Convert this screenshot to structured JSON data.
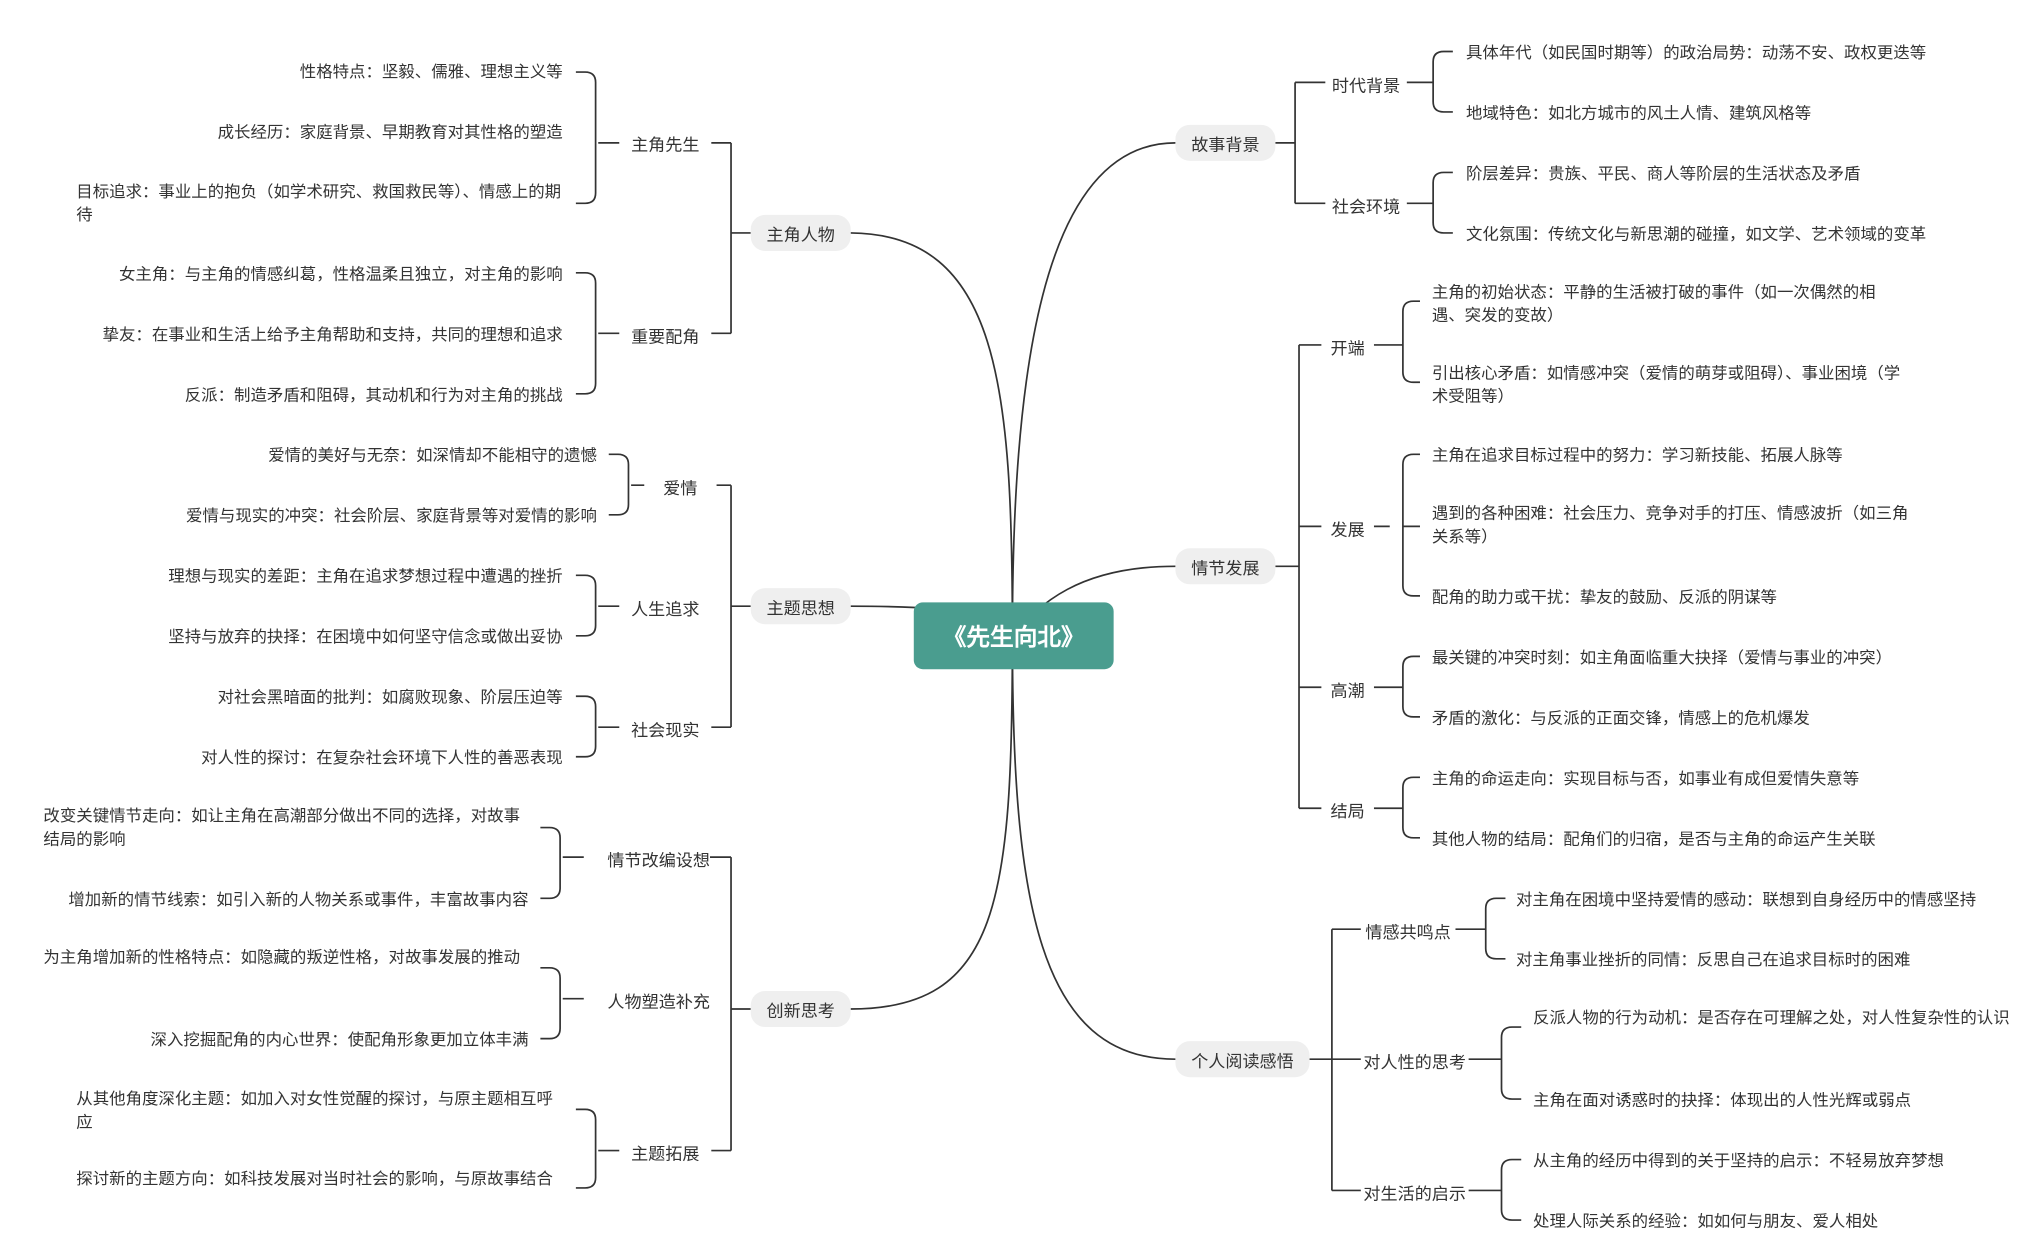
{
  "colors": {
    "root_bg": "#4a9d8f",
    "branch_bg": "#efefef",
    "line": "#333333"
  },
  "root": "《先生向北》",
  "left": [
    {
      "label": "主角人物",
      "children": [
        {
          "label": "主角先生",
          "children": [
            "性格特点：坚毅、儒雅、理想主义等",
            "成长经历：家庭背景、早期教育对其性格的塑造",
            "目标追求：事业上的抱负（如学术研究、救国救民等）、情感上的期待"
          ]
        },
        {
          "label": "重要配角",
          "children": [
            "女主角：与主角的情感纠葛，性格温柔且独立，对主角的影响",
            "挚友：在事业和生活上给予主角帮助和支持，共同的理想和追求",
            "反派：制造矛盾和阻碍，其动机和行为对主角的挑战"
          ]
        }
      ]
    },
    {
      "label": "主题思想",
      "children": [
        {
          "label": "爱情",
          "children": [
            "爱情的美好与无奈：如深情却不能相守的遗憾",
            "爱情与现实的冲突：社会阶层、家庭背景等对爱情的影响"
          ]
        },
        {
          "label": "人生追求",
          "children": [
            "理想与现实的差距：主角在追求梦想过程中遭遇的挫折",
            "坚持与放弃的抉择：在困境中如何坚守信念或做出妥协"
          ]
        },
        {
          "label": "社会现实",
          "children": [
            "对社会黑暗面的批判：如腐败现象、阶层压迫等",
            "对人性的探讨：在复杂社会环境下人性的善恶表现"
          ]
        }
      ]
    },
    {
      "label": "创新思考",
      "children": [
        {
          "label": "情节改编设想",
          "children": [
            "改变关键情节走向：如让主角在高潮部分做出不同的选择，对故事结局的影响",
            "增加新的情节线索：如引入新的人物关系或事件，丰富故事内容"
          ]
        },
        {
          "label": "人物塑造补充",
          "children": [
            "为主角增加新的性格特点：如隐藏的叛逆性格，对故事发展的推动",
            "深入挖掘配角的内心世界：使配角形象更加立体丰满"
          ]
        },
        {
          "label": "主题拓展",
          "children": [
            "从其他角度深化主题：如加入对女性觉醒的探讨，与原主题相互呼应",
            "探讨新的主题方向：如科技发展对当时社会的影响，与原故事结合"
          ]
        }
      ]
    }
  ],
  "right": [
    {
      "label": "故事背景",
      "children": [
        {
          "label": "时代背景",
          "children": [
            "具体年代（如民国时期等）的政治局势：动荡不安、政权更迭等",
            "地域特色：如北方城市的风土人情、建筑风格等"
          ]
        },
        {
          "label": "社会环境",
          "children": [
            "阶层差异：贵族、平民、商人等阶层的生活状态及矛盾",
            "文化氛围：传统文化与新思潮的碰撞，如文学、艺术领域的变革"
          ]
        }
      ]
    },
    {
      "label": "情节发展",
      "children": [
        {
          "label": "开端",
          "children": [
            "主角的初始状态：平静的生活被打破的事件（如一次偶然的相遇、突发的变故）",
            "引出核心矛盾：如情感冲突（爱情的萌芽或阻碍）、事业困境（学术受阻等）"
          ]
        },
        {
          "label": "发展",
          "children": [
            "主角在追求目标过程中的努力：学习新技能、拓展人脉等",
            "遇到的各种困难：社会压力、竞争对手的打压、情感波折（如三角关系等）",
            "配角的助力或干扰：挚友的鼓励、反派的阴谋等"
          ]
        },
        {
          "label": "高潮",
          "children": [
            "最关键的冲突时刻：如主角面临重大抉择（爱情与事业的冲突）",
            "矛盾的激化：与反派的正面交锋，情感上的危机爆发"
          ]
        },
        {
          "label": "结局",
          "children": [
            "主角的命运走向：实现目标与否，如事业有成但爱情失意等",
            "其他人物的结局：配角们的归宿，是否与主角的命运产生关联"
          ]
        }
      ]
    },
    {
      "label": "个人阅读感悟",
      "children": [
        {
          "label": "情感共鸣点",
          "children": [
            "对主角在困境中坚持爱情的感动：联想到自身经历中的情感坚持",
            "对主角事业挫折的同情：反思自己在追求目标时的困难"
          ]
        },
        {
          "label": "对人性的思考",
          "children": [
            "反派人物的行为动机：是否存在可理解之处，对人性复杂性的认识",
            "主角在面对诱惑时的抉择：体现出的人性光辉或弱点"
          ]
        },
        {
          "label": "对生活的启示",
          "children": [
            "从主角的经历中得到的关于坚持的启示：不轻易放弃梦想",
            "处理人际关系的经验：如如何与朋友、爱人相处"
          ]
        }
      ]
    }
  ]
}
